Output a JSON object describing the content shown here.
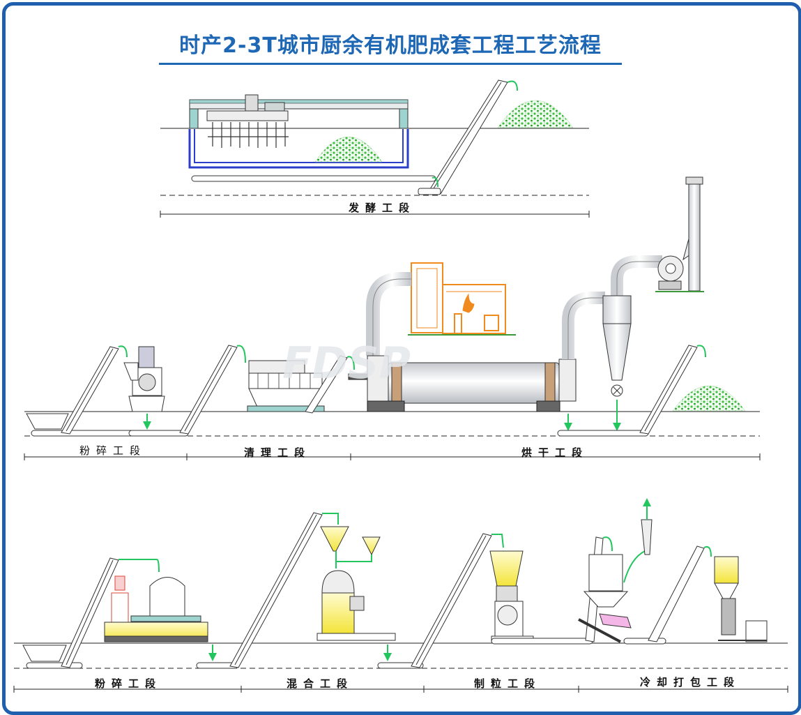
{
  "title": "时产2-3T城市厨余有机肥成套工程工艺流程",
  "stages": {
    "fermentation": "发酵工段",
    "crushing_1": "粉碎工段",
    "cleaning": "清理工段",
    "drying": "烘干工段",
    "crushing_2": "粉碎工段",
    "mixing": "混合工段",
    "granulating": "制粒工段",
    "cooling_packing": "冷却打包工段"
  },
  "watermark": "FDSP",
  "colors": {
    "frame": "#1f5fae",
    "title": "#1d67b5",
    "pipe_green": "#22c55e",
    "furnace_orange": "#f08a1c",
    "pile_green": "#3fbf3f",
    "tank_yellow": "#f3e43a",
    "trench_blue": "#2b3ec9"
  }
}
